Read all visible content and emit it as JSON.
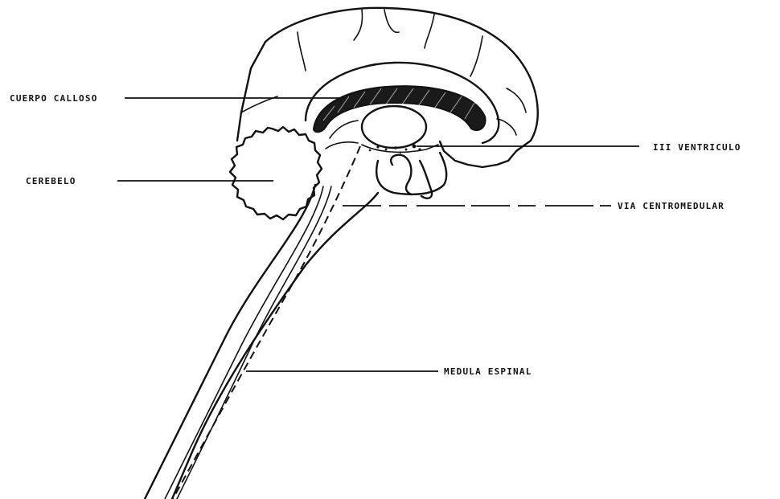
{
  "labels": {
    "corpus_callosum": "CUERPO CALLOSO",
    "cerebellum": "CEREBELO",
    "third_ventricle": "III VENTRICULO",
    "centromedullary_pathway": "VIA CENTROMEDULAR",
    "spinal_cord": "MEDULA ESPINAL"
  },
  "colors": {
    "ink": "#111111",
    "background": "#ffffff"
  }
}
